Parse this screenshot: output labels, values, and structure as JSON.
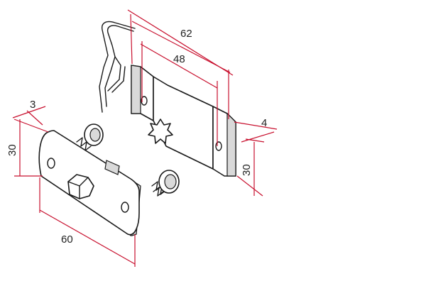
{
  "dimensions": {
    "clip_width": "62",
    "hole_spacing": "48",
    "clip_thickness": "4",
    "clip_height": "30",
    "plate_thickness": "3",
    "plate_height": "30",
    "plate_length": "60"
  },
  "colors": {
    "dimension_line": "#c8102e",
    "outline": "#1a1a1a",
    "background": "#ffffff"
  }
}
